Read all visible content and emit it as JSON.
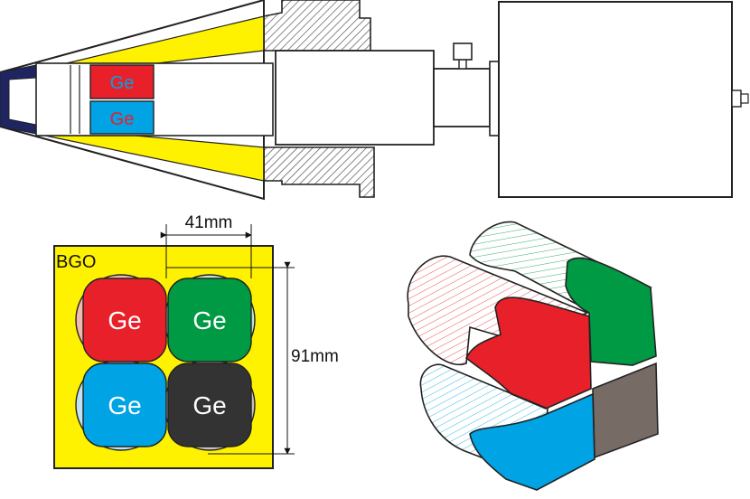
{
  "colors": {
    "red": "#e8202a",
    "blue": "#00a3e4",
    "green": "#009a44",
    "black": "#333333",
    "yellow": "#fff200",
    "navy": "#1f2560",
    "brown": "#776b66",
    "shadow_red": "#f2b9ae",
    "shadow_blue": "#bfe3f2",
    "shadow_green": "#c4e3d0",
    "shadow_black": "#cbbdb8",
    "hatch": "#555555",
    "outline": "#222222"
  },
  "side_view": {
    "crystal_top_label": "Ge",
    "crystal_bottom_label": "Ge",
    "crystal_top_color": "red",
    "crystal_bottom_color": "blue"
  },
  "front_view": {
    "shield_label": "BGO",
    "width_dimension": "41mm",
    "height_dimension": "91mm",
    "crystals": [
      {
        "label": "Ge",
        "color": "red"
      },
      {
        "label": "Ge",
        "color": "green"
      },
      {
        "label": "Ge",
        "color": "blue"
      },
      {
        "label": "Ge",
        "color": "black"
      }
    ]
  },
  "perspective_view": {
    "crystal_colors": [
      "red",
      "green",
      "blue",
      "brown"
    ]
  }
}
